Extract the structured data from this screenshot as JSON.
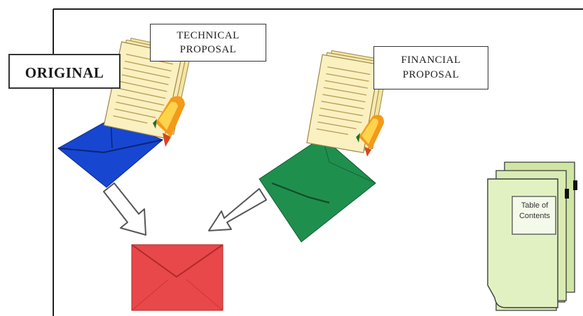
{
  "labels": {
    "original": "ORIGINAL",
    "technical_line1": "TECHNICAL",
    "technical_line2": "PROPOSAL",
    "financial_line1": "FINANCIAL",
    "financial_line2": "PROPOSAL",
    "toc_line1": "Table of",
    "toc_line2": "Contents"
  },
  "colors": {
    "frame_line": "#222222",
    "document_paper": "#f7eab0",
    "document_line": "#b9a35a",
    "pen_orange": "#f39a1b",
    "envelope_blue": "#1746d1",
    "envelope_green": "#1f8f4e",
    "envelope_red": "#e8484a",
    "arrow_outline": "#555555",
    "toc_paper": "#d9ecb3"
  },
  "icons": [
    "document-stack-icon",
    "envelope-icon",
    "hollow-arrow-icon",
    "pen-icon"
  ]
}
